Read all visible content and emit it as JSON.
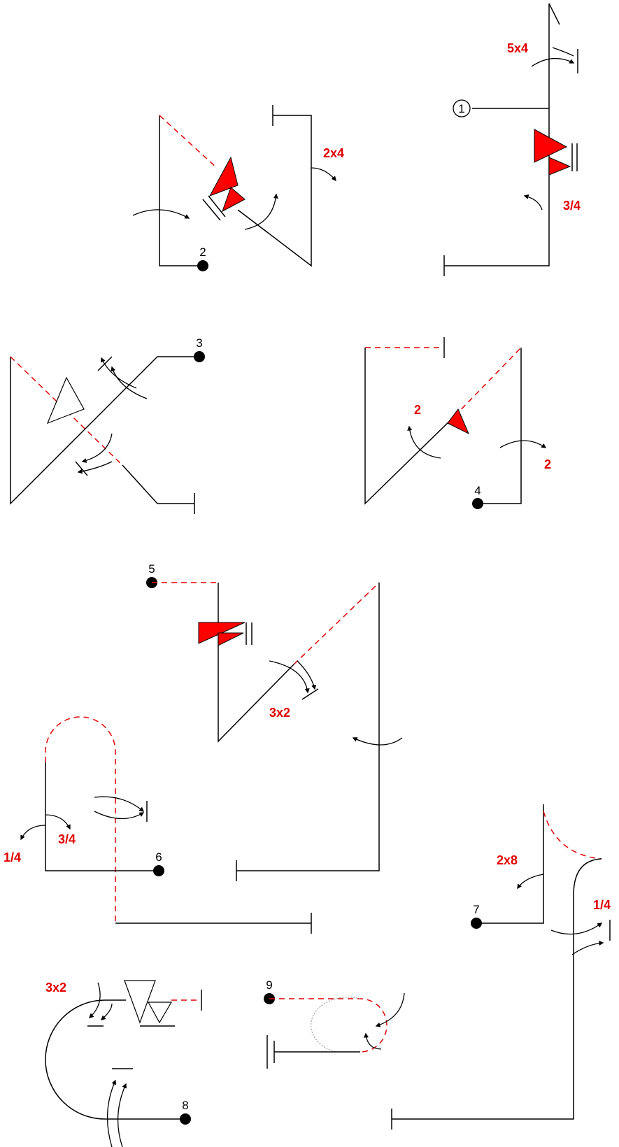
{
  "markers": {
    "m1": "1",
    "m2": "2",
    "m3": "3",
    "m4": "4",
    "m5": "5",
    "m6": "6",
    "m7": "7",
    "m8": "8",
    "m9": "9"
  },
  "labels": {
    "l_5x4": "5x4",
    "l_2x4": "2x4",
    "l_3_4_top": "3/4",
    "l_2_a": "2",
    "l_2_b": "2",
    "l_3x2_mid": "3x2",
    "l_3_4_left": "3/4",
    "l_1_4_left": "1/4",
    "l_2x8": "2x8",
    "l_1_4_right": "1/4",
    "l_3x2_bottom": "3x2"
  },
  "colors": {
    "line": "#000000",
    "accent": "#ff0000",
    "label": "#e00000",
    "background": "#ffffff"
  }
}
